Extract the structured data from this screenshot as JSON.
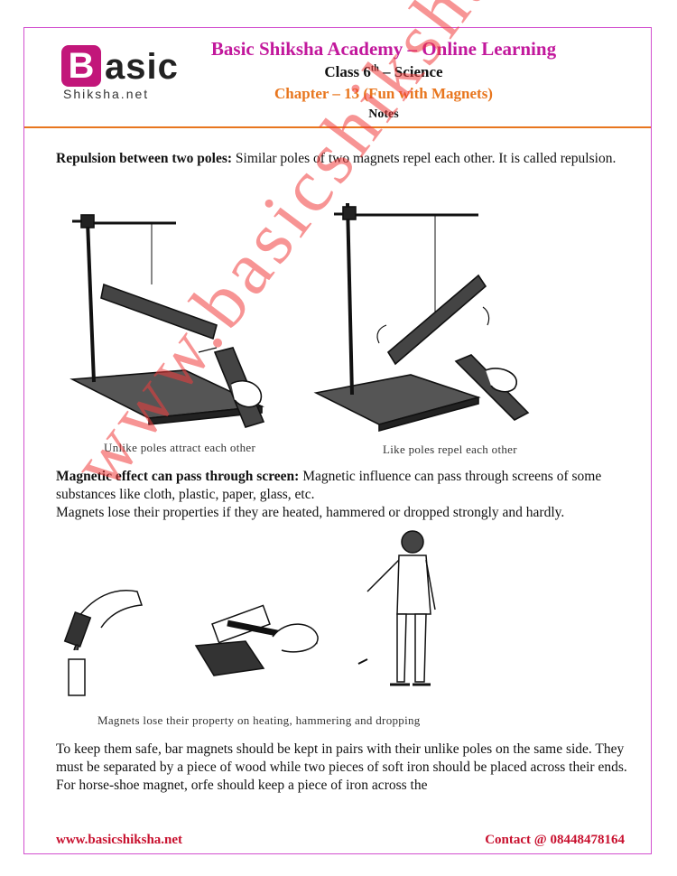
{
  "logo": {
    "letter": "B",
    "word": "asic",
    "sub": "Shiksha.net"
  },
  "header": {
    "title": "Basic Shiksha Academy – Online Learning",
    "class_prefix": "Class 6",
    "class_sup": "th",
    "class_suffix": " – Science",
    "chapter": "Chapter – 13 (Fun with Magnets)",
    "notes": "Notes"
  },
  "section1": {
    "heading": "Repulsion between two poles:",
    "text": " Similar poles of two magnets repel each other. It is called repulsion."
  },
  "figure1": {
    "caption_left": "Unlike poles attract each other",
    "caption_right": "Like poles repel each other"
  },
  "section2": {
    "heading": "Magnetic effect can pass through screen:",
    "text": " Magnetic influence can pass through screens of some substances like cloth, plastic, paper, glass, etc.",
    "line2": "Magnets lose their properties if they are heated, hammered or dropped strongly and hardly."
  },
  "figure2": {
    "caption": "Magnets lose their property on heating, hammering and dropping"
  },
  "section3": {
    "text": "To keep them safe, bar magnets should be kept in pairs with their unlike poles on the same side. They must be separated by a piece of wood while two pieces of soft iron should be placed across their ends. For horse-shoe magnet, orfe should keep a piece of iron across the"
  },
  "watermark": "www.basicshiksha.net",
  "footer": {
    "left": "www.basicshiksha.net",
    "right": "Contact @  08448478164"
  },
  "colors": {
    "magenta": "#c2189c",
    "orange": "#e8761e",
    "red": "#c8102e"
  }
}
